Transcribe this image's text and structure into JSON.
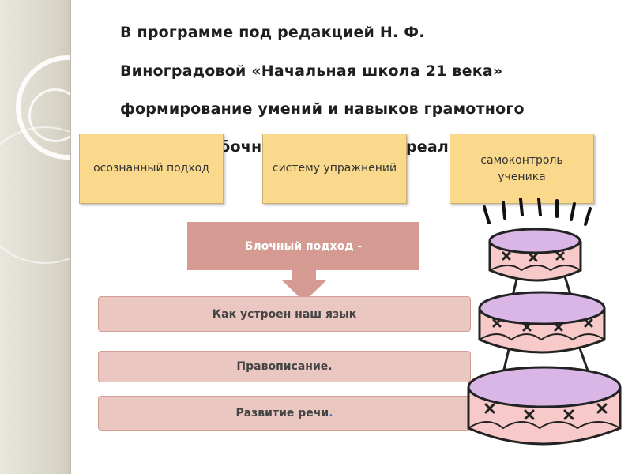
{
  "title": {
    "line1": "В программе  под редакцией Н. Ф.",
    "line2": "Виноградовой  «Начальная школа 21 века»",
    "line3": "формирование умений  и  навыков  грамотного",
    "line4_visible_a": "бочн",
    "line4_visible_b": "реали"
  },
  "boxes": [
    {
      "label": "осознанный подход"
    },
    {
      "label": "систему упражнений"
    },
    {
      "label": "самоконтроль ученика"
    }
  ],
  "block_header": "Блочный подход -",
  "rows": [
    {
      "label": "Как устроен наш язык"
    },
    {
      "label": "Правописание."
    },
    {
      "label": "Развитие речи",
      "suffix": "."
    }
  ],
  "colors": {
    "box_fill": "#fad98c",
    "header_fill": "#d59b92",
    "row_fill": "#ebc7c2",
    "cake_pink": "#f7c9c9",
    "cake_lavender": "#d9b6e6"
  },
  "icons": [
    "cake-icon",
    "down-arrow-icon"
  ]
}
